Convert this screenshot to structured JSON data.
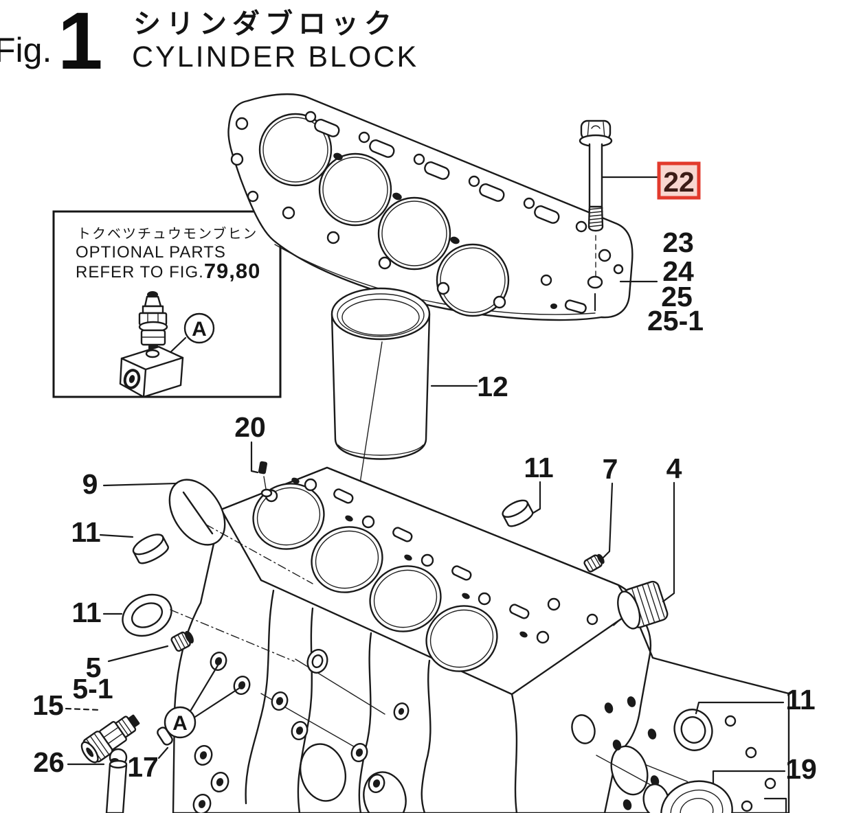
{
  "figure": {
    "fig_label": "Fig.",
    "fig_number": "1",
    "title_ja": "シリンダブロック",
    "title_en": "CYLINDER BLOCK"
  },
  "optional_box": {
    "note_ja": "トクベツチュウモンブヒン",
    "line1": "OPTIONAL PARTS",
    "line2_prefix": "REFER TO FIG.",
    "line2_figs": "79,80"
  },
  "callout_letter": "A",
  "highlight": {
    "part": "22",
    "border_color": "#e23a2c",
    "fill_color": "#f8d7d0",
    "text_color": "#3c1c16"
  },
  "parts": {
    "p4": "4",
    "p5": "5",
    "p5_1": "5-1",
    "p7": "7",
    "p9": "9",
    "p11": "11",
    "p12": "12",
    "p15": "15",
    "p17": "17",
    "p19": "19",
    "p20": "20",
    "p22": "22",
    "p23": "23",
    "p24": "24",
    "p25": "25",
    "p25_1": "25-1",
    "p26": "26"
  }
}
